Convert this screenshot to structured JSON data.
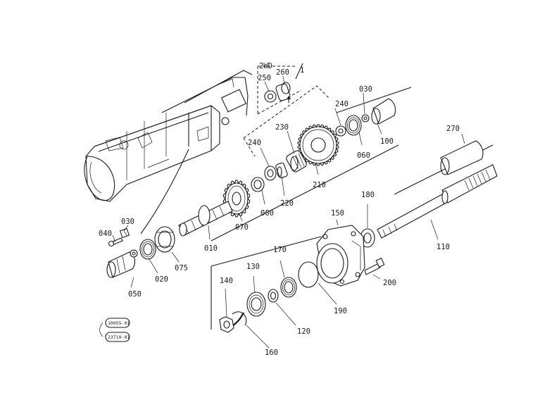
{
  "labels": {
    "p_2wd": "2WD",
    "p_250": "250",
    "p_260": "260",
    "p_1": "1",
    "p_030_top": "030",
    "p_240_top": "240",
    "p_060": "060",
    "p_100": "100",
    "p_230": "230",
    "p_240": "240",
    "p_210": "210",
    "p_080": "080",
    "p_220": "220",
    "p_270": "270",
    "p_070": "070",
    "p_010": "010",
    "p_030": "030",
    "p_040": "040",
    "p_075": "075",
    "p_020": "020",
    "p_050": "050",
    "p_150": "150",
    "p_180": "180",
    "p_110": "110",
    "p_170": "170",
    "p_130": "130",
    "p_140": "140",
    "p_200": "200",
    "p_190": "190",
    "p_120": "120",
    "p_160": "160"
  },
  "badges": {
    "code_1": "10055-01",
    "code_2": "23719-01"
  }
}
